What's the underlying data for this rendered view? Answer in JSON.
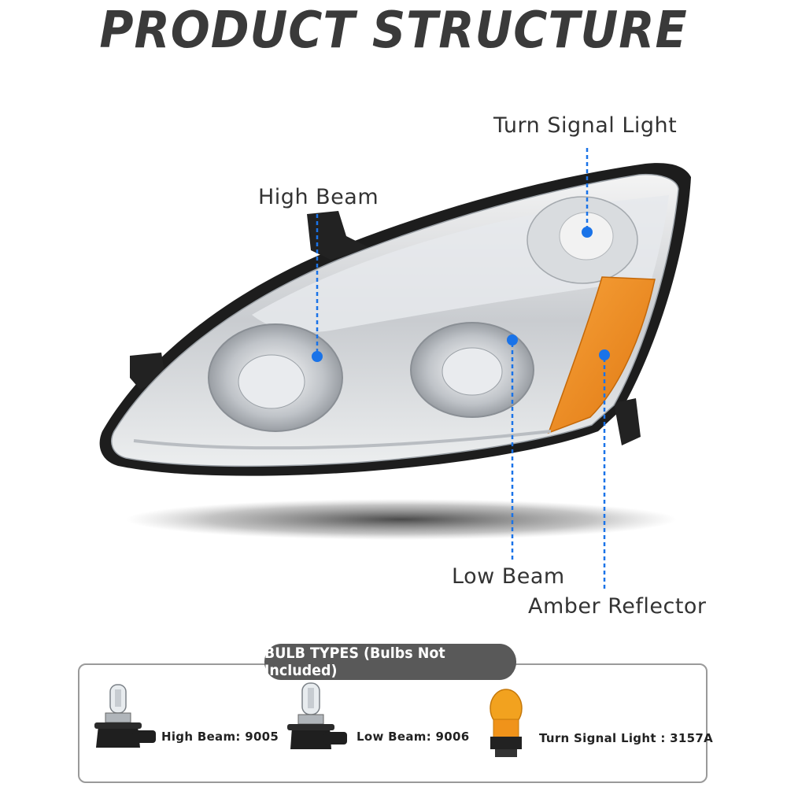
{
  "title": "PRODUCT STRUCTURE",
  "callouts": {
    "turn_signal": "Turn Signal Light",
    "high_beam": "High Beam",
    "low_beam": "Low Beam",
    "amber_reflector": "Amber Reflector"
  },
  "bulbs": {
    "header": "BULB TYPES (Bulbs Not Included)",
    "items": [
      {
        "label": "High Beam: 9005",
        "icon": "halogen-bulb-9005-icon"
      },
      {
        "label": "Low Beam: 9006",
        "icon": "halogen-bulb-9006-icon"
      },
      {
        "label": "Turn Signal Light : 3157A",
        "icon": "amber-wedge-bulb-icon"
      }
    ]
  },
  "colors": {
    "callout_line": "#1a73e8",
    "amber": "#f0901e",
    "header_bg": "#595959",
    "title": "#3a3a3a"
  }
}
